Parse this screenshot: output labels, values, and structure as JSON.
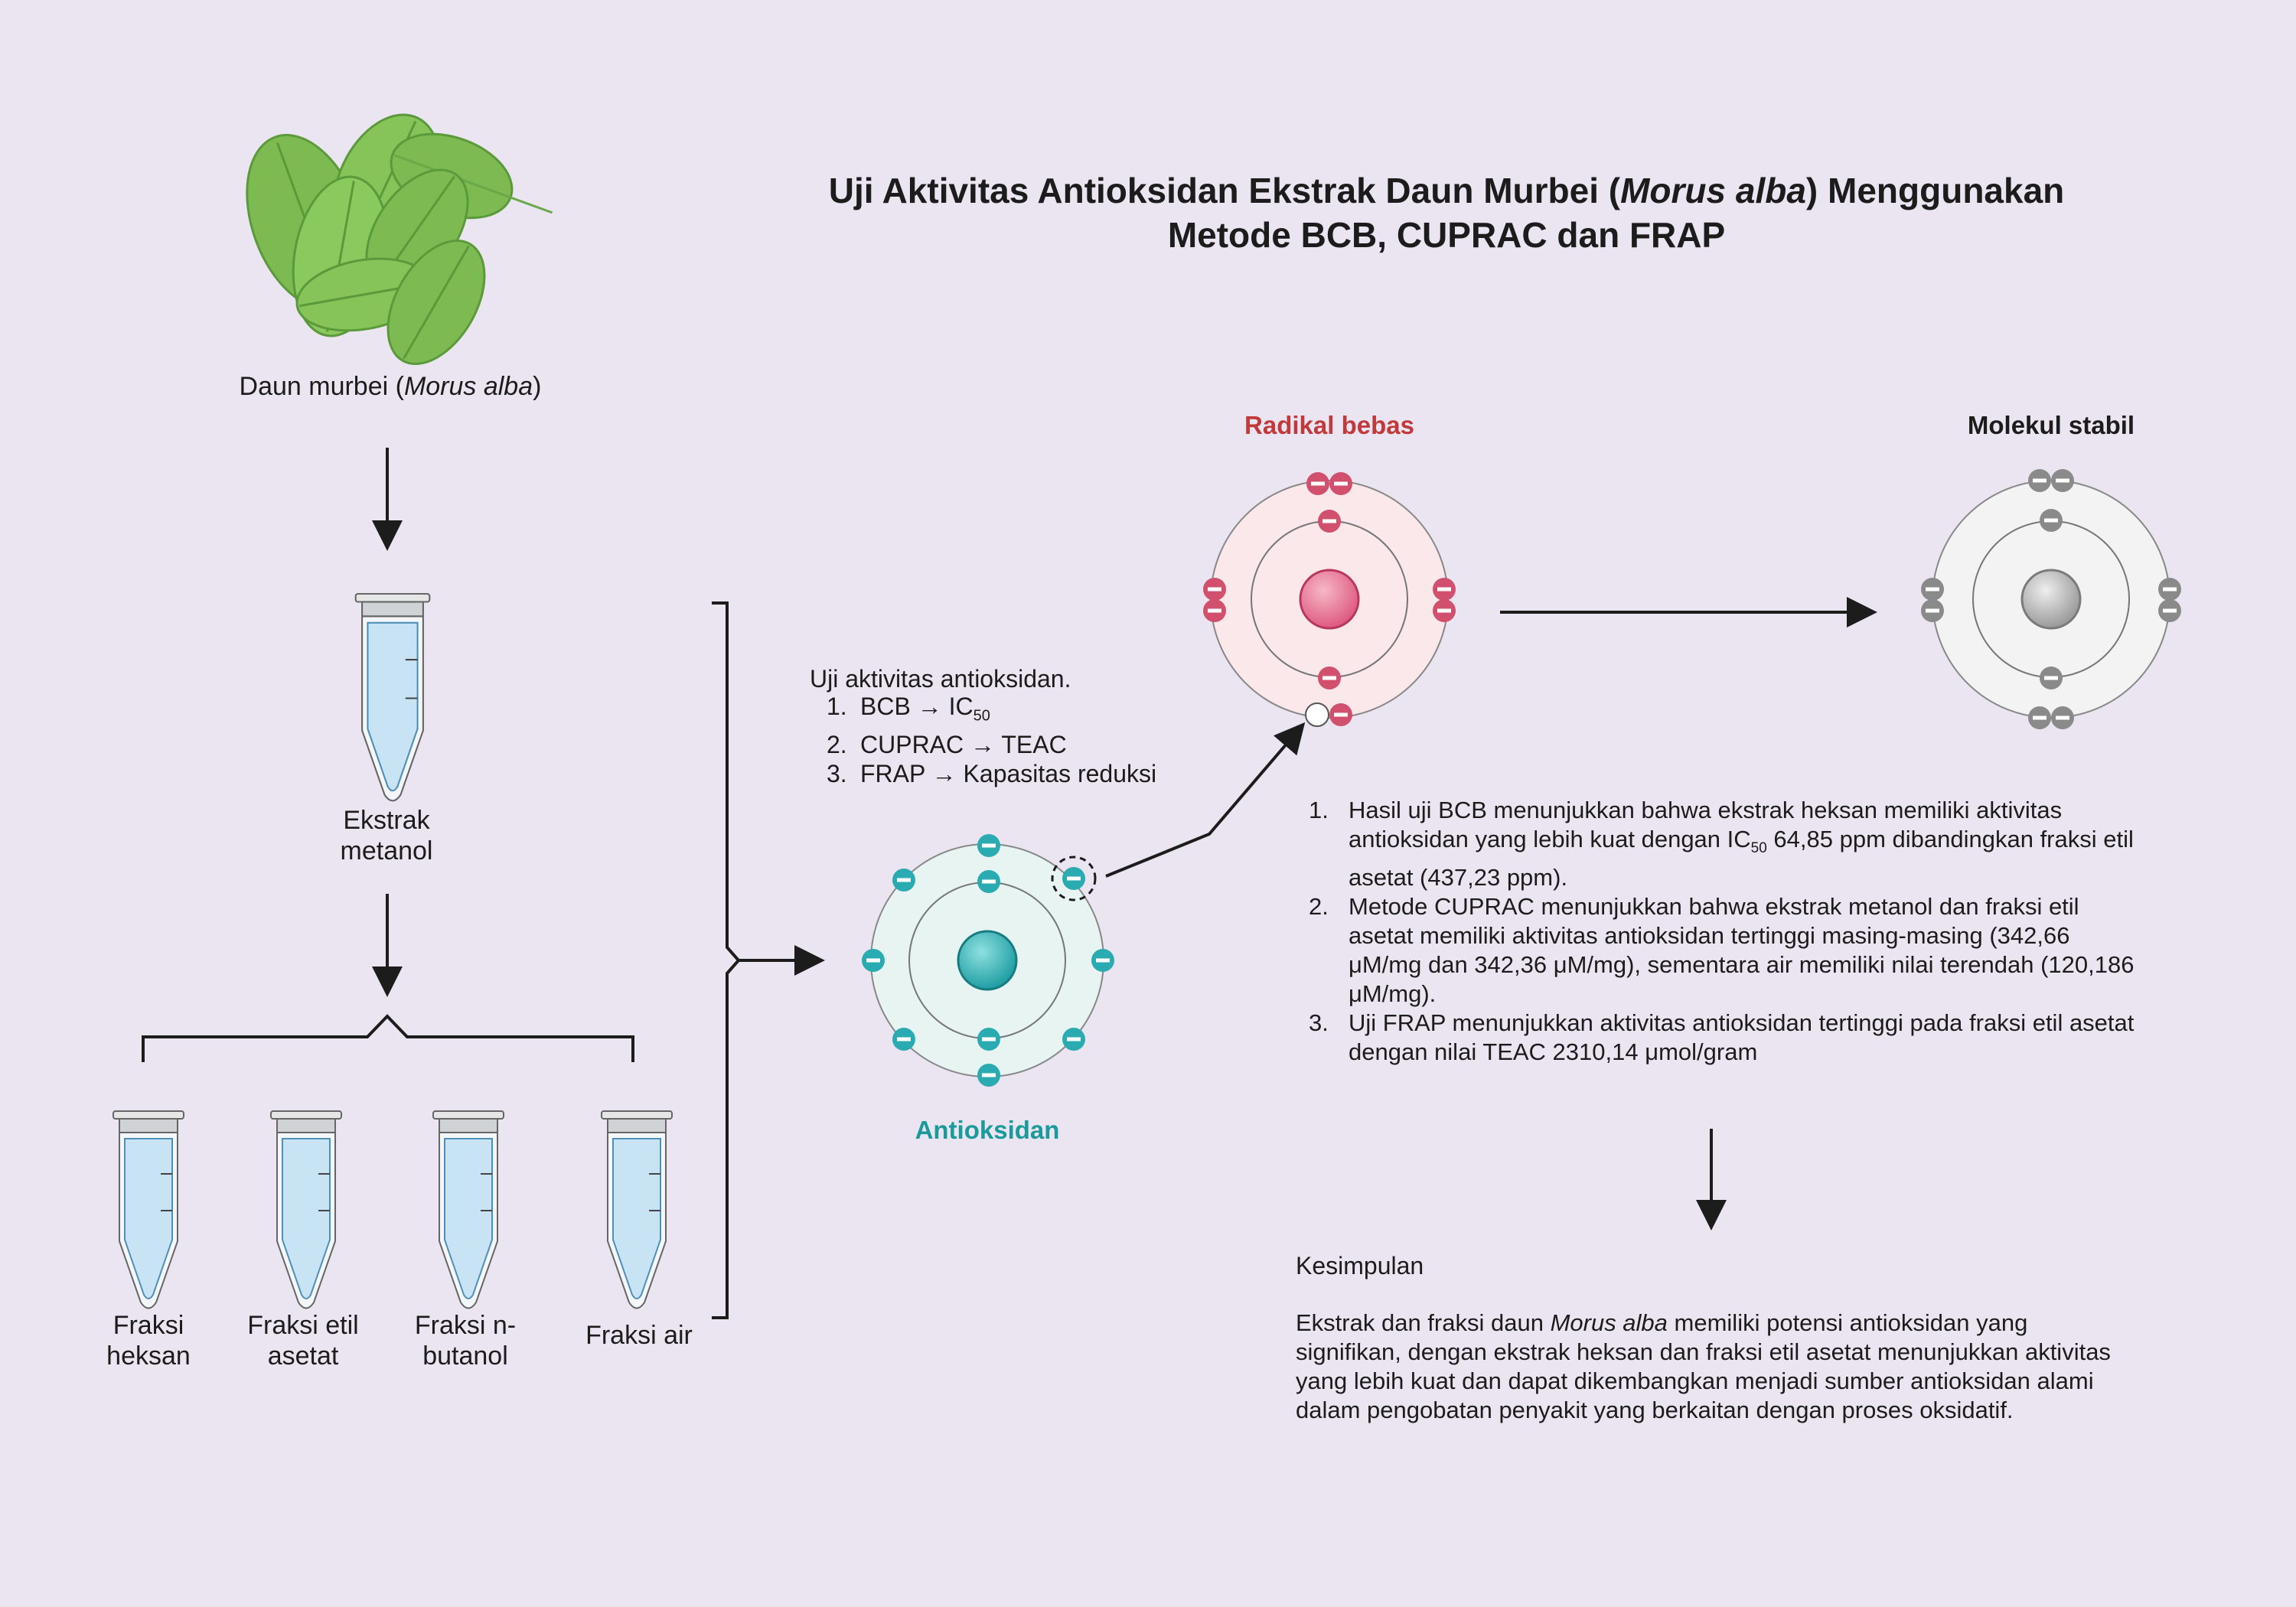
{
  "title": {
    "line1_pre": "Uji Aktivitas Antioksidan Ekstrak Daun Murbei (",
    "line1_italic": "Morus alba",
    "line1_post": ") Menggunakan",
    "line2": "Metode BCB, CUPRAC dan FRAP"
  },
  "leaf": {
    "caption_pre": "Daun murbei (",
    "caption_italic": "Morus alba",
    "caption_post": ")"
  },
  "extract": {
    "line1": "Ekstrak",
    "line2": "metanol"
  },
  "fractions": [
    {
      "line1": "Fraksi",
      "line2": "heksan"
    },
    {
      "line1": "Fraksi etil",
      "line2": "asetat"
    },
    {
      "line1": "Fraksi n-",
      "line2": "butanol"
    },
    {
      "line1": "Fraksi air",
      "line2": ""
    }
  ],
  "assay": {
    "heading": "Uji aktivitas antioksidan.",
    "items": [
      {
        "num": "1.",
        "pre": "BCB → IC",
        "sub": "50"
      },
      {
        "num": "2.",
        "pre": "CUPRAC → TEAC",
        "sub": ""
      },
      {
        "num": "3.",
        "pre": "FRAP → Kapasitas reduksi",
        "sub": ""
      }
    ]
  },
  "atoms": {
    "radical_label": "Radikal bebas",
    "stable_label": "Molekul stabil",
    "antioxidant_label": "Antioksidan",
    "electron_sign": "−"
  },
  "results": [
    {
      "num": "1.",
      "pre": "Hasil uji BCB menunjukkan bahwa ekstrak heksan memiliki aktivitas antioksidan yang lebih kuat dengan IC",
      "sub": "50",
      "post": " 64,85 ppm dibandingkan fraksi etil asetat (437,23 ppm)."
    },
    {
      "num": "2.",
      "pre": "Metode CUPRAC menunjukkan bahwa ekstrak metanol dan fraksi etil asetat memiliki aktivitas antioksidan tertinggi masing-masing (342,66 μM/mg dan 342,36 μM/mg), sementara air memiliki nilai terendah (120,186 μM/mg).",
      "sub": "",
      "post": ""
    },
    {
      "num": "3.",
      "pre": "Uji FRAP menunjukkan aktivitas antioksidan tertinggi pada fraksi etil asetat dengan nilai TEAC 2310,14 μmol/gram",
      "sub": "",
      "post": ""
    }
  ],
  "conclusion": {
    "heading": "Kesimpulan",
    "body_pre": "Ekstrak dan fraksi daun ",
    "body_italic": "Morus alba",
    "body_post": " memiliki potensi antioksidan yang signifikan, dengan ekstrak heksan dan fraksi etil asetat menunjukkan aktivitas yang lebih kuat dan dapat dikembangkan menjadi sumber antioksidan alami dalam pengobatan penyakit yang berkaitan dengan proses oksidatif."
  },
  "colors": {
    "background": "#ebe4f1",
    "radical": "#c0393b",
    "antioxidant": "#1a9a9a",
    "radical_electron": "#d0506e",
    "antioxidant_electron": "#2aabb2",
    "stable_electron": "#8a8a8a",
    "leaf": "#7dbb52",
    "tube_liquid": "#c8e4f4"
  }
}
